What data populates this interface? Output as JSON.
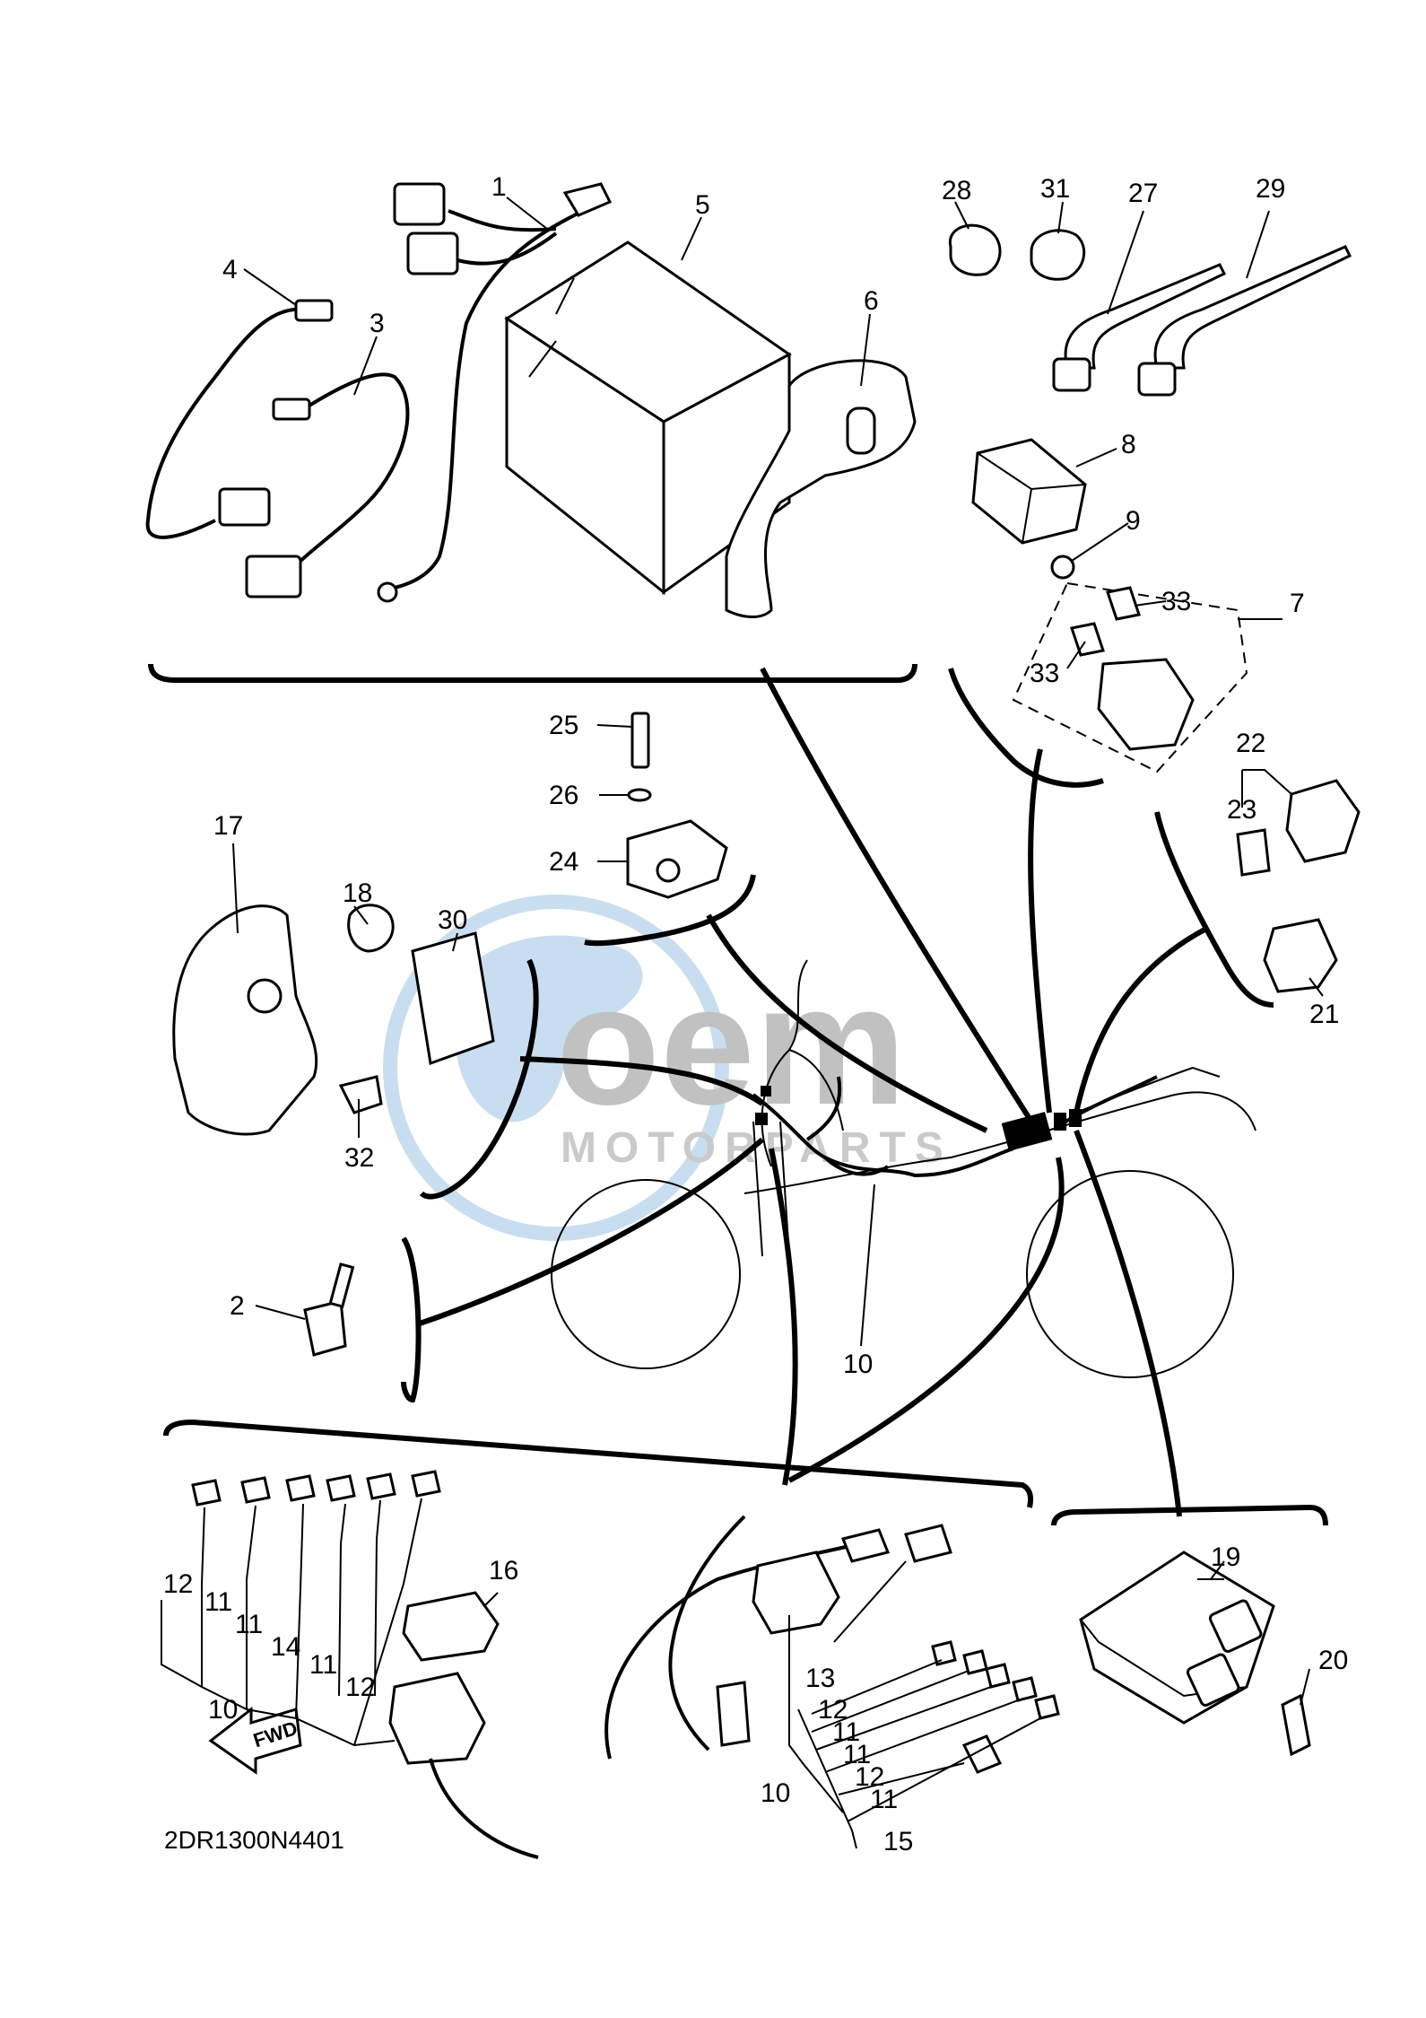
{
  "diagram_code": "2DR1300N4401",
  "fwd_label": "FWD",
  "watermark": {
    "brand": "oem",
    "sub": "MOTORPARTS",
    "globe_color": "#9cc4e4",
    "text_color": "#8f8f8f"
  },
  "callouts": {
    "c1": "1",
    "c2": "2",
    "c3": "3",
    "c4": "4",
    "c5": "5",
    "c6": "6",
    "c7": "7",
    "c8": "8",
    "c9": "9",
    "c10a": "10",
    "c10b": "10",
    "c10c": "10",
    "c11a": "11",
    "c11b": "11",
    "c11c": "11",
    "c11d": "11",
    "c11e": "11",
    "c12a": "12",
    "c12b": "12",
    "c12c": "12",
    "c12d": "12",
    "c13": "13",
    "c14": "14",
    "c15": "15",
    "c16": "16",
    "c17": "17",
    "c18": "18",
    "c19": "19",
    "c20": "20",
    "c21": "21",
    "c22": "22",
    "c23": "23",
    "c24": "24",
    "c25": "25",
    "c26": "26",
    "c27": "27",
    "c28": "28",
    "c29": "29",
    "c30": "30",
    "c31": "31",
    "c32": "32",
    "c33a": "33",
    "c33b": "33"
  }
}
